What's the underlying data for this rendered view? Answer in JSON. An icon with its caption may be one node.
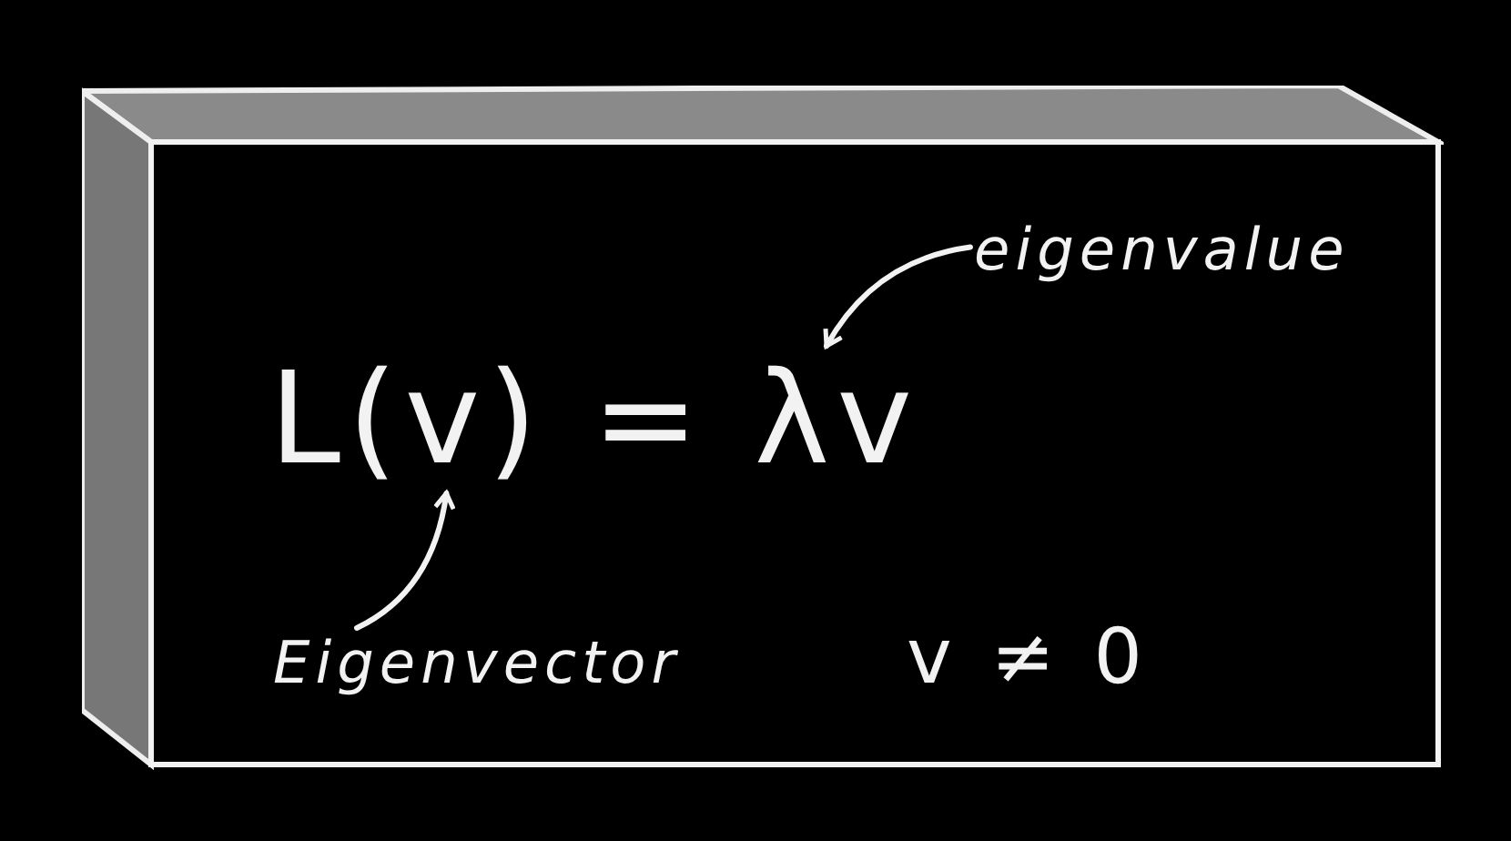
{
  "diagram": {
    "nodes": [
      {
        "text": [],
        "shape": "box"
      },
      {
        "text": [
          "eigenvalue"
        ],
        "in": 0
      },
      {
        "text": [
          "Eigenvector"
        ],
        "in": 0
      },
      {
        "text": [
          "L(v) = λv"
        ],
        "in": 0
      }
    ],
    "edges": [
      {
        "from": 1,
        "to": 3,
        "arrow": "to"
      },
      {
        "from": 2,
        "to": 3,
        "arrow": "to"
      }
    ],
    "labels": [
      "v ≠ 0"
    ]
  }
}
